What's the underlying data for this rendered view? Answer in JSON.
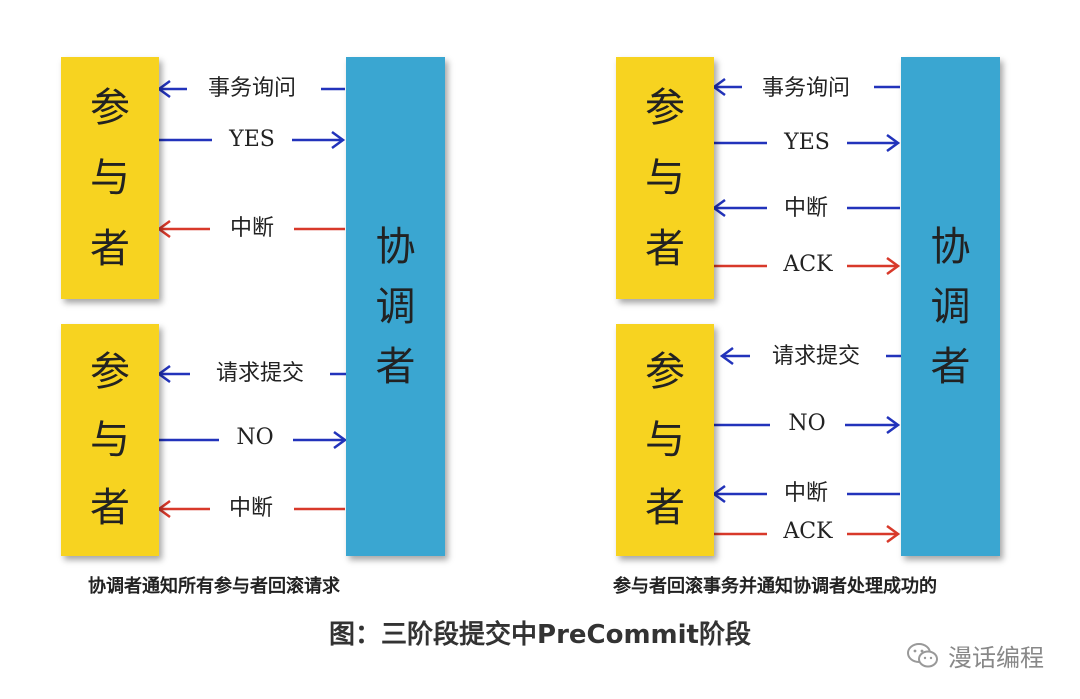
{
  "colors": {
    "participant_box": "#f7d320",
    "coordinator_box": "#3aa6d1",
    "blue_arrow": "#2233bb",
    "red_arrow": "#d8392a"
  },
  "labels": {
    "participant": [
      "参",
      "与",
      "者"
    ],
    "coordinator": [
      "协",
      "调",
      "者"
    ]
  },
  "left_panel": {
    "messages": {
      "inquiry": "事务询问",
      "yes": "YES",
      "abort1": "中断",
      "request": "请求提交",
      "no": "NO",
      "abort2": "中断"
    },
    "caption": "协调者通知所有参与者回滚请求"
  },
  "right_panel": {
    "messages": {
      "inquiry": "事务询问",
      "yes": "YES",
      "abort1": "中断",
      "ack1": "ACK",
      "request": "请求提交",
      "no": "NO",
      "abort2": "中断",
      "ack2": "ACK"
    },
    "caption": "参与者回滚事务并通知协调者处理成功的"
  },
  "title": "图：三阶段提交中PreCommit阶段",
  "watermark": {
    "icon": "wechat-icon",
    "text": "漫话编程"
  }
}
